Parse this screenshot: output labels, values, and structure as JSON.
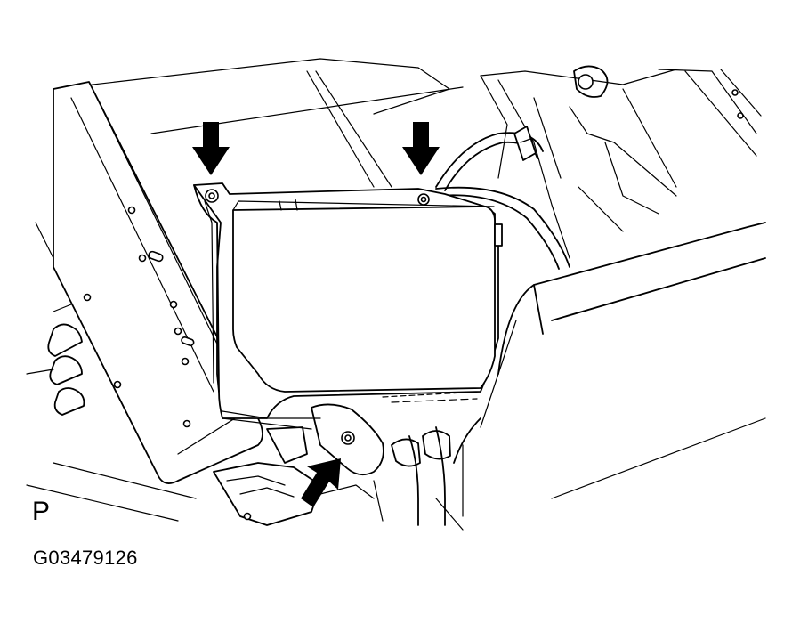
{
  "view_letter": "P",
  "reference_code": "G03479126",
  "colors": {
    "line": "#000000",
    "background": "#ffffff"
  },
  "icons": {
    "arrow": "bolt-location-arrow"
  }
}
